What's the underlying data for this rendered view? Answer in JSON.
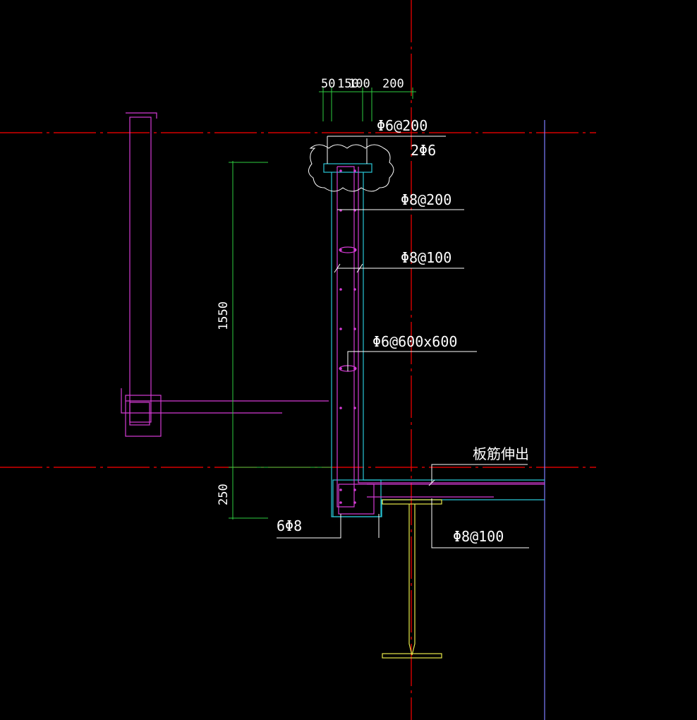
{
  "colors": {
    "background": "#000000",
    "axis_red": "#ff0000",
    "concrete_cyan": "#29c6d6",
    "rebar_magenta": "#d43bd4",
    "dimension_green": "#2ecc40",
    "steel_yellow": "#e8e84a",
    "grid_blue": "#7d7dff",
    "leader_white": "#ffffff"
  },
  "dimensions": {
    "top": [
      "50",
      "150",
      "100",
      "200"
    ],
    "vertical_main": "1550",
    "vertical_lower": "250"
  },
  "annotations": {
    "top_stirrup": "Φ6@200",
    "top_bars": "2Φ6",
    "vertical_rebar": "Φ8@200",
    "horizontal_rebar": "Φ8@100",
    "tie_bars": "Φ6@600x600",
    "slab_extension": "板筋伸出",
    "beam_bars": "6Φ8",
    "slab_rebar": "Φ8@100"
  }
}
